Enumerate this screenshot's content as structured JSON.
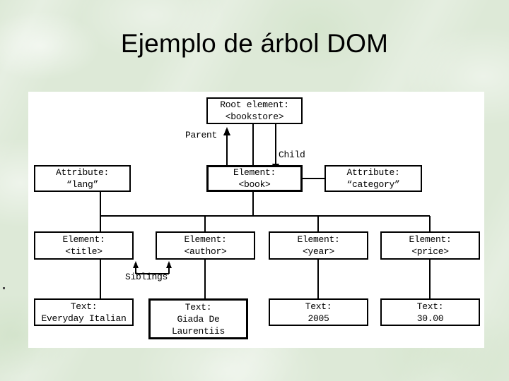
{
  "slide": {
    "title": "Ejemplo de árbol DOM",
    "background_color": "#dde9d7",
    "panel_color": "#ffffff"
  },
  "diagram": {
    "type": "dom-tree",
    "stroke_color": "#000000",
    "nodes": [
      {
        "id": "root",
        "line1": "Root element:",
        "line2": "<bookstore>",
        "line3": ""
      },
      {
        "id": "attr-lang",
        "line1": "Attribute:",
        "line2": "“lang”",
        "line3": ""
      },
      {
        "id": "book",
        "line1": "Element:",
        "line2": "<book>",
        "line3": ""
      },
      {
        "id": "attr-cat",
        "line1": "Attribute:",
        "line2": "“category”",
        "line3": ""
      },
      {
        "id": "title",
        "line1": "Element:",
        "line2": "<title>",
        "line3": ""
      },
      {
        "id": "author",
        "line1": "Element:",
        "line2": "<author>",
        "line3": ""
      },
      {
        "id": "year",
        "line1": "Element:",
        "line2": "<year>",
        "line3": ""
      },
      {
        "id": "price",
        "line1": "Element:",
        "line2": "<price>",
        "line3": ""
      },
      {
        "id": "text-title",
        "line1": "Text:",
        "line2": "Everyday Italian",
        "line3": ""
      },
      {
        "id": "text-author",
        "line1": "Text:",
        "line2": "Giada De",
        "line3": "Laurentiis"
      },
      {
        "id": "text-year",
        "line1": "Text:",
        "line2": "2005",
        "line3": ""
      },
      {
        "id": "text-price",
        "line1": "Text:",
        "line2": "30.00",
        "line3": ""
      }
    ],
    "edge_labels": {
      "parent": "Parent",
      "child": "Child",
      "siblings": "Siblings"
    }
  }
}
